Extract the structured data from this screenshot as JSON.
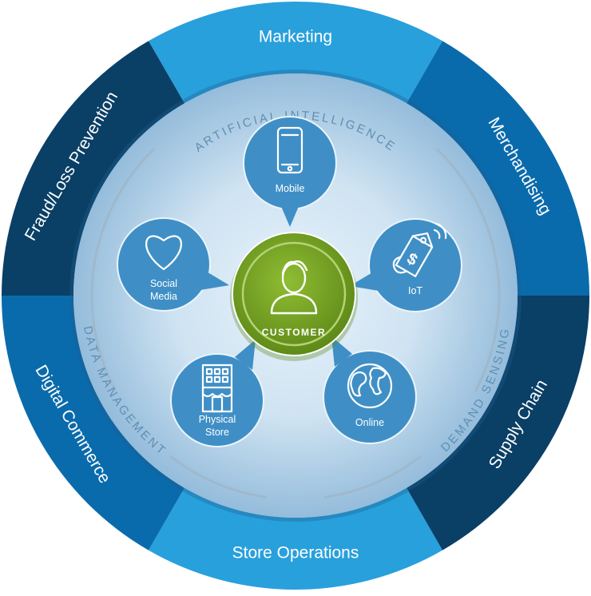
{
  "center": {
    "label": "CUSTOMER",
    "icon": "customer-icon"
  },
  "segments": [
    {
      "id": "marketing",
      "label": "Marketing",
      "color": "#28a0dc"
    },
    {
      "id": "merchandising",
      "label": "Merchandising",
      "color": "#0a6bac"
    },
    {
      "id": "supply-chain",
      "label": "Supply Chain",
      "color": "#0a3f66"
    },
    {
      "id": "store-operations",
      "label": "Store Operations",
      "color": "#28a0dc"
    },
    {
      "id": "digital-commerce",
      "label": "Digital Commerce",
      "color": "#0a6bac"
    },
    {
      "id": "fraud-loss-prevention",
      "label": "Fraud/Loss Prevention",
      "color": "#0a3f66"
    }
  ],
  "arc_labels": {
    "artificial_intelligence": "ARTIFICIAL INTELLIGENCE",
    "data_management": "DATA MANAGEMENT",
    "demand_sensing": "DEMAND SENSING"
  },
  "channels": [
    {
      "id": "mobile",
      "lines": [
        "Mobile",
        ""
      ],
      "icon": "mobile-phone-icon"
    },
    {
      "id": "iot",
      "lines": [
        "IoT",
        ""
      ],
      "icon": "price-tag-icon"
    },
    {
      "id": "online",
      "lines": [
        "Online",
        ""
      ],
      "icon": "globe-icon"
    },
    {
      "id": "physical-store",
      "lines": [
        "Physical",
        "Store"
      ],
      "icon": "store-building-icon"
    },
    {
      "id": "social-media",
      "lines": [
        "Social",
        "Media"
      ],
      "icon": "heart-icon"
    }
  ],
  "colors": {
    "bubble": "#3f8fc6",
    "customer": "#7ba428",
    "inner_light": "#d4e7f4",
    "inner_mid": "#a7c9e2"
  }
}
